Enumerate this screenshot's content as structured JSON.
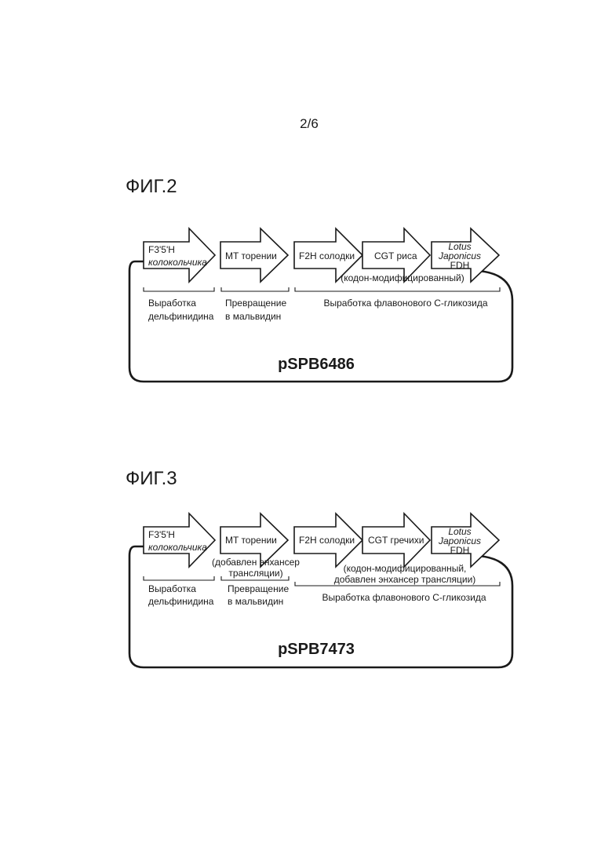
{
  "page_number": "2/6",
  "figures": [
    {
      "title": "ФИГ.2",
      "plasmid": "pSPB6486",
      "genes": {
        "f3h_line1": "F3'5'H",
        "f3h_line2": "колокольчика",
        "mt": "MT торении",
        "f2h": "F2H солодки",
        "cgt": "CGT риса",
        "fdh_line1": "Lotus",
        "fdh_line2": "Japonicus",
        "fdh_line3": "FDH"
      },
      "notes": {
        "codon_line1": "(кодон-модифицированный)"
      },
      "groups": {
        "delphinidin_line1": "Выработка",
        "delphinidin_line2": "дельфинидина",
        "malvidin_line1": "Превращение",
        "malvidin_line2": "в мальвидин",
        "flavone": "Выработка флавонового С-гликозида"
      }
    },
    {
      "title": "ФИГ.3",
      "plasmid": "pSPB7473",
      "genes": {
        "f3h_line1": "F3'5'H",
        "f3h_line2": "колокольчика",
        "mt": "MT торении",
        "f2h": "F2H солодки",
        "cgt": "CGT гречихи",
        "fdh_line1": "Lotus",
        "fdh_line2": "Japonicus",
        "fdh_line3": "FDH"
      },
      "notes": {
        "mt_enh_line1": "(добавлен энхансер",
        "mt_enh_line2": "трансляции)",
        "codon_line1": "(кодон-модифицированный,",
        "codon_line2": "добавлен энхансер трансляции)"
      },
      "groups": {
        "delphinidin_line1": "Выработка",
        "delphinidin_line2": "дельфинидина",
        "malvidin_line1": "Превращение",
        "malvidin_line2": "в мальвидин",
        "flavone": "Выработка флавонового С-гликозида"
      }
    }
  ]
}
